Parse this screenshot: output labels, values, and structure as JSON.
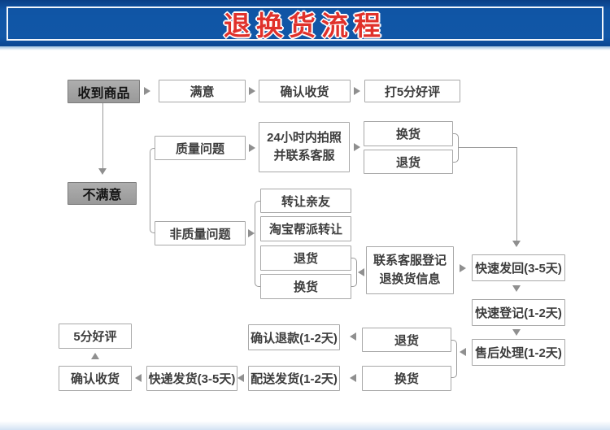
{
  "header": {
    "title": "退换货流程"
  },
  "colors": {
    "banner_blue": "#1157a7",
    "banner_dark_top": "#0a3f87",
    "banner_inner_border": "#f2f6fb",
    "title_red": "#e0312b",
    "title_outline": "#ffffff",
    "box_border": "#a8a8a8",
    "gray_box_bg": "#a3a3a3",
    "line_gray": "#9a9a9a",
    "text_dark": "#3d3d3d"
  },
  "flow": {
    "received": "收到商品",
    "satisfied": "满意",
    "confirm_receipt_top": "确认收货",
    "rate_5_star": "打5分好评",
    "unsatisfied": "不满意",
    "quality_issue": "质量问题",
    "photo_line1": "24小时内拍照",
    "photo_line2": "并联系客服",
    "exchange_quality": "换货",
    "return_quality": "退货",
    "non_quality_issue": "非质量问题",
    "transfer_friends": "转让亲友",
    "taobao_transfer": "淘宝帮派转让",
    "return_non_quality": "退货",
    "exchange_non_quality": "换货",
    "contact_line1": "联系客服登记",
    "contact_line2": "退换货信息",
    "fast_send_back": "快速发回(3-5天)",
    "fast_register": "快速登记(1-2天)",
    "after_sales": "售后处理(1-2天)",
    "confirm_refund": "确认退款(1-2天)",
    "return_bottom": "退货",
    "exchange_bottom": "换货",
    "five_star_review": "5分好评",
    "confirm_receipt_bottom": "确认收货",
    "express_delivery": "快递发货(3-5天)",
    "dispatch_delivery": "配送发货(1-2天)"
  }
}
